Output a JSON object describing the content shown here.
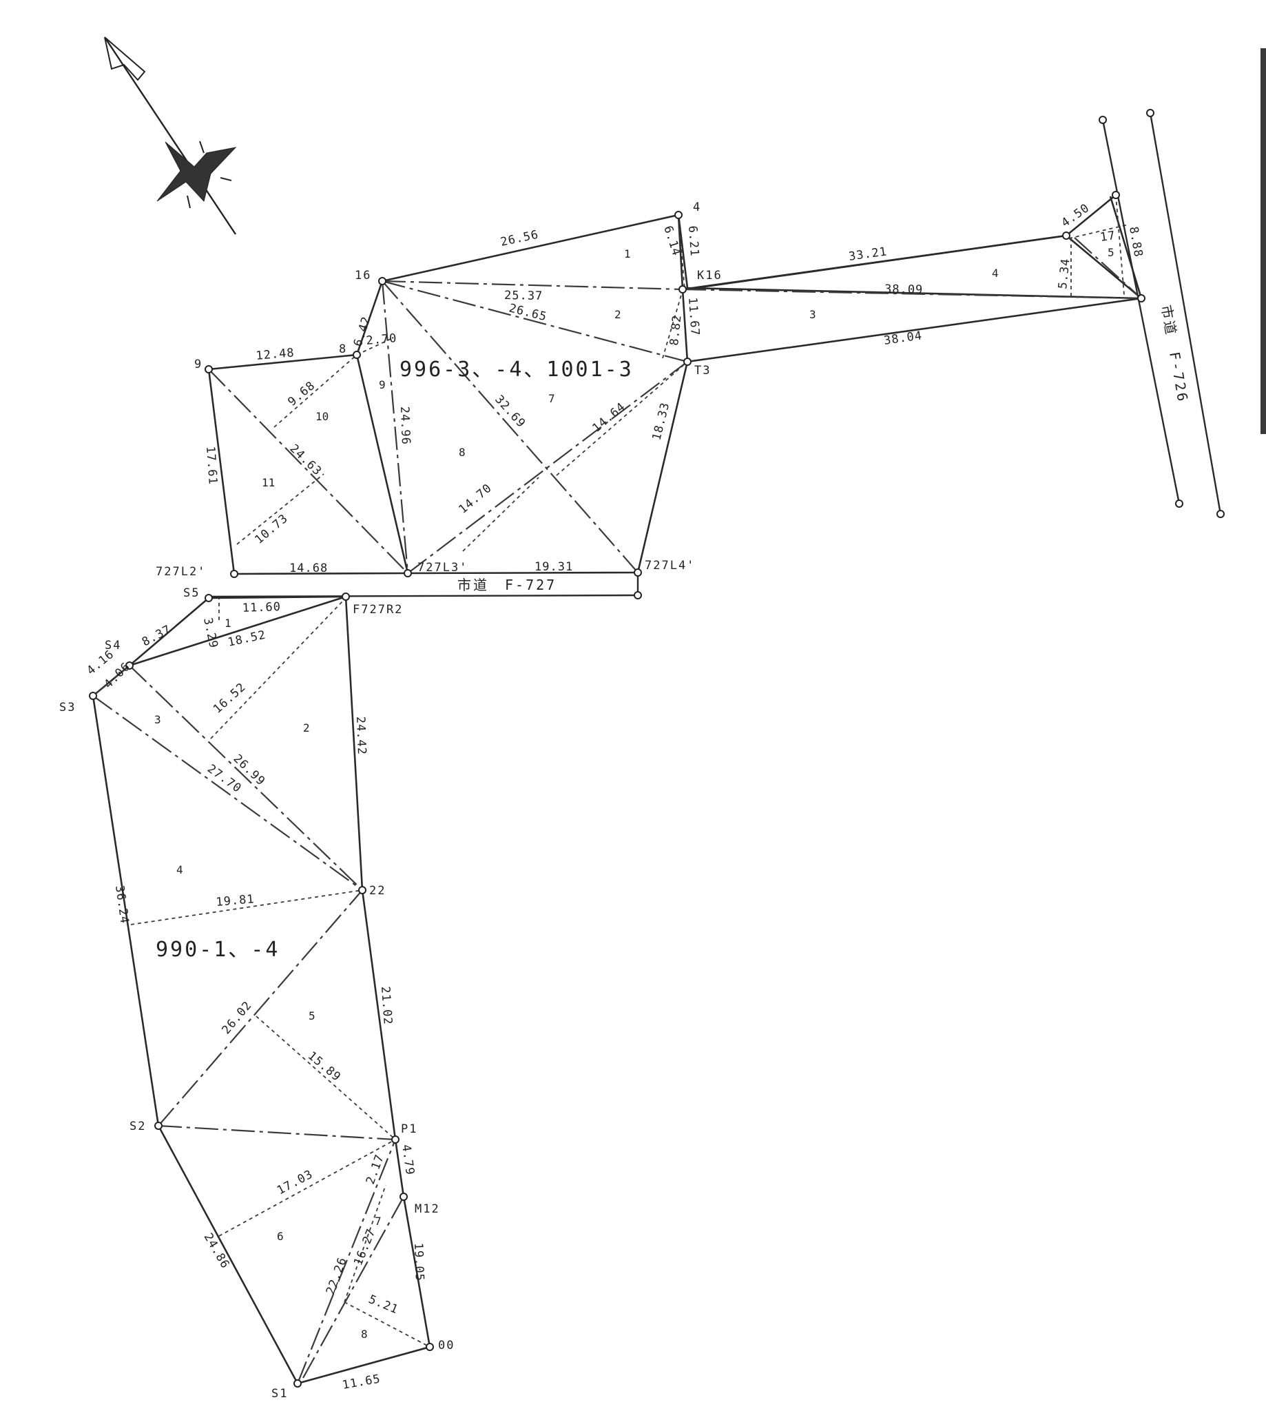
{
  "parcels": {
    "north": "996-3、-4、1001-3",
    "south": "990-1、-4"
  },
  "roads": {
    "f727": "市道　F-727",
    "f726": "市道　F-726"
  },
  "points": {
    "p4": "4",
    "p16": "16",
    "k16": "K16",
    "t3": "T3",
    "p9": "9",
    "p8": "8",
    "l2": "727L2'",
    "l3": "727L3'",
    "l4": "727L4'",
    "s5": "S5",
    "f727r2": "F727R2",
    "s4": "S4",
    "s3": "S3",
    "p22": "22",
    "s2": "S2",
    "p1": "P1",
    "m12": "M12",
    "s1": "S1",
    "pa": "00"
  },
  "dims": {
    "d2656": "26.56",
    "d621": "6.21",
    "d614": "6.14",
    "d2537": "25.37",
    "d2665": "26.65",
    "d882": "8.82",
    "d1167": "11.67",
    "d3321": "33.21",
    "d3809": "38.09",
    "d3804": "38.04",
    "d450": "4.50",
    "d1017": "17",
    "d888": "8.88",
    "d534": "5.34",
    "d1248": "12.48",
    "d642": "6.42",
    "d270": "2.70",
    "d968": "9.68",
    "d2496": "24.96",
    "d3269": "32.69",
    "d1464": "14.64",
    "d1833": "18.33",
    "d1761": "17.61",
    "d2463": "24.63",
    "d1073": "10.73",
    "d1470": "14.70",
    "d1468": "14.68",
    "d1931": "19.31",
    "d1160": "11.60",
    "d837": "8.37",
    "d329": "3.29",
    "d1852": "18.52",
    "d416": "4.16",
    "d406": "4.06",
    "d1652": "16.52",
    "d2442": "24.42",
    "d2699": "26.99",
    "d2770": "27.70",
    "d3624": "36.24",
    "d1981": "19.81",
    "d2102": "21.02",
    "d2602": "26.02",
    "d1589": "15.89",
    "d479": "4.79",
    "d1703": "17.03",
    "d2486": "24.86",
    "d2226": "22.26",
    "d217": "2.17",
    "d1627": "16.27",
    "d1905": "19.05",
    "d521": "5.21",
    "d1165": "11.65"
  },
  "triangles": {
    "n1": "1",
    "n2": "2",
    "n3": "3",
    "n4": "4",
    "n5": "5",
    "n7": "7",
    "n8": "8",
    "n9": "9",
    "n10": "10",
    "n11": "11",
    "s1": "1",
    "s2": "2",
    "s3": "3",
    "s4": "4",
    "s5": "5",
    "s6": "6",
    "s7": "7",
    "s8": "8"
  },
  "colors": {
    "ink": "#222222",
    "paper": "#ffffff"
  },
  "icons": {
    "compass": "north-arrow-compass-icon"
  }
}
